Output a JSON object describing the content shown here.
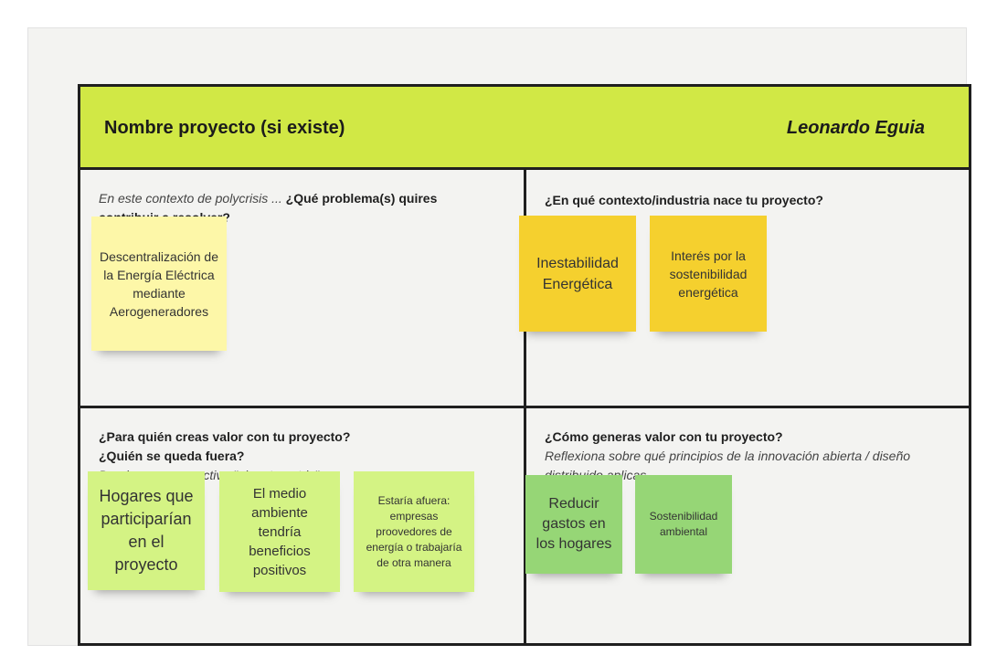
{
  "header": {
    "project_title": "Nombre proyecto (si existe)",
    "author": "Leonardo Eguia"
  },
  "quadrants": {
    "problem": {
      "intro_italic": "En este contexto de polycrisis ...",
      "question_bold": " ¿Qué problema(s) quires contribuir a resolver?"
    },
    "context": {
      "question_bold": "¿En qué contexto/industria nace tu proyecto?"
    },
    "audience": {
      "question_line1": "¿Para quién creas valor con tu proyecto?",
      "question_line2": "¿Quién se queda fuera?",
      "subtitle_italic": "Desde una perspectiva \"planet-centric\""
    },
    "value_creation": {
      "question_bold": "¿Cómo generas valor con tu proyecto?",
      "subtitle_italic": "Reflexiona sobre qué principios de la innovación abierta / diseño distribuido aplicas."
    }
  },
  "stickies": {
    "s1": "Descentralización de la Energía Eléctrica mediante Aerogeneradores",
    "s2": "Inestabilidad Energética",
    "s3": "Interés por la sostenibilidad energética",
    "s4": "Hogares que participarían en el proyecto",
    "s5": "El medio ambiente tendría beneficios positivos",
    "s6": "Estaría afuera: empresas proovedores de energía o trabajaría de otra manera",
    "s7": "Reducir gastos en los hogares",
    "s8": "Sostenibilidad ambiental"
  },
  "colors": {
    "header": "#d1e845",
    "light_yellow_note": "#fdf7a8",
    "dark_yellow_note": "#f5d02e",
    "light_green_note": "#d4f384",
    "mid_green_note": "#96d676"
  }
}
